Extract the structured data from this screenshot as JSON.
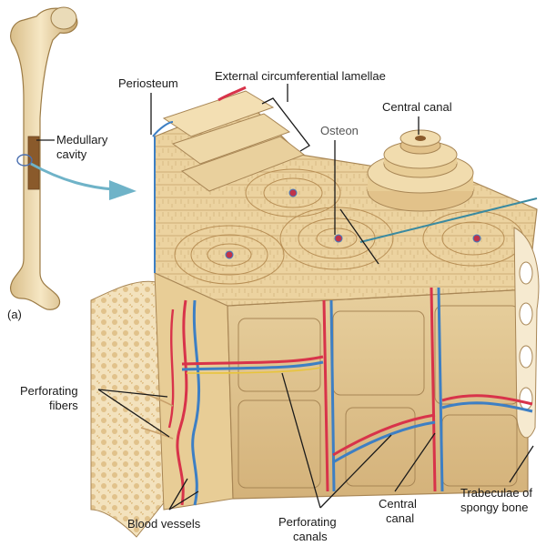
{
  "figure": {
    "panel_label": "(a)",
    "labels": {
      "periosteum": "Periosteum",
      "external_lamellae": "External circumferential lamellae",
      "central_canal_top": "Central canal",
      "osteon": "Osteon",
      "medullary_line1": "Medullary",
      "medullary_line2": "cavity",
      "perforating_fibers_line1": "Perforating",
      "perforating_fibers_line2": "fibers",
      "blood_vessels": "Blood vessels",
      "perforating_canals_line1": "Perforating",
      "perforating_canals_line2": "canals",
      "central_canal_bottom_line1": "Central",
      "central_canal_bottom_line2": "canal",
      "trabeculae_line1": "Trabeculae of",
      "trabeculae_line2": "spongy bone"
    },
    "colors": {
      "bone_light": "#f1dcae",
      "bone_mid": "#e2c28a",
      "bone_dark": "#c9a36a",
      "artery": "#d8334a",
      "vein": "#3d7fc4",
      "nerve": "#e8c43a",
      "arrow": "#6fb3c8"
    }
  }
}
